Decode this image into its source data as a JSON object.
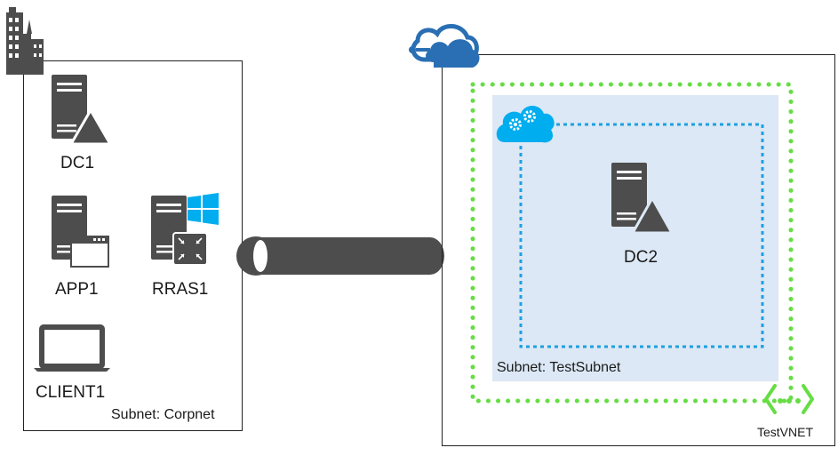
{
  "onprem": {
    "subnet_label": "Subnet: Corpnet",
    "building_icon": "office-building-icon",
    "servers": [
      {
        "label": "DC1",
        "icon": "domain-controller-server-icon"
      },
      {
        "label": "APP1",
        "icon": "application-server-icon"
      },
      {
        "label": "RRAS1",
        "icon": "rras-router-server-icon"
      },
      {
        "label": "CLIENT1",
        "icon": "laptop-icon"
      }
    ]
  },
  "connection": {
    "icon": "vpn-tunnel-icon"
  },
  "azure": {
    "cloud_icon": "azure-cloud-icon",
    "vnet_label": "TestVNET",
    "vnet_icon": "virtual-network-icon",
    "subnet_label": "Subnet: TestSubnet",
    "cloud_service_icon": "cloud-service-icon",
    "server": {
      "label": "DC2",
      "icon": "domain-controller-server-icon"
    }
  },
  "colors": {
    "icon_gray": "#4d4d4d",
    "vnet_green": "#66dd44",
    "subnet_fill": "#dce8f5",
    "dotted_blue": "#1ea0e0",
    "azure_blue": "#2a6fb4",
    "windows_blue": "#00adef"
  }
}
